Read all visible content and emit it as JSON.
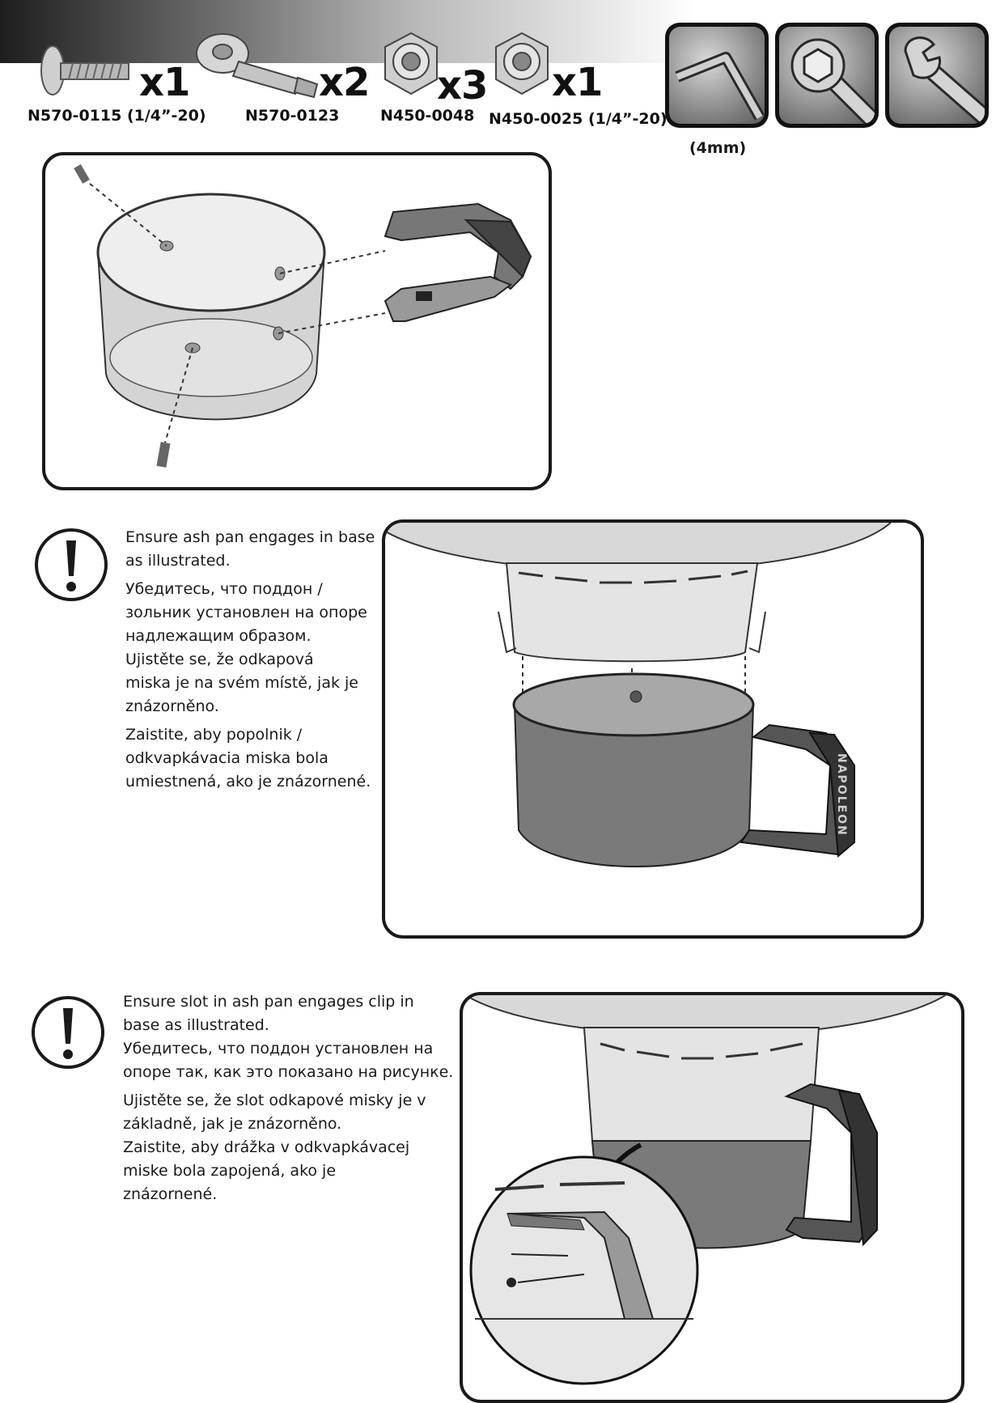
{
  "parts": [
    {
      "code": "N570-0115 (1/4”-20)",
      "qty": "x1"
    },
    {
      "code": "N570-0123",
      "qty": "x2"
    },
    {
      "code": "N450-0048",
      "qty": "x3"
    },
    {
      "code": "N450-0025 (1/4”-20)",
      "qty": "x1"
    }
  ],
  "tools": {
    "icons": [
      "hex-key-icon",
      "socket-wrench-icon",
      "open-end-wrench-icon"
    ],
    "note": "(4mm)"
  },
  "notes": [
    {
      "lines_en": [
        "Ensure ash pan engages in base",
        "as illustrated."
      ],
      "lines_ru": [
        "Убедитесь, что поддон /",
        "зольник установлен на опоре",
        "надлежащим образом."
      ],
      "lines_cs": [
        " Ujistěte se, že odkapová",
        " miska je na svém místě, jak je",
        " znázorněno."
      ],
      "lines_sk": [
        "Zaistite, aby popolnik /",
        "odkvapkávacia miska bola",
        "umiestnená, ako je znázornené."
      ]
    },
    {
      "lines_en": [
        "Ensure slot in ash pan engages clip in",
        "base as illustrated."
      ],
      "lines_ru": [
        "Убедитесь, что поддон установлен на",
        "опоре так, как это показано на рисунке."
      ],
      "lines_cs": [
        "Ujistěte se, že slot odkapové misky je v",
        "základně, jak je znázorněno."
      ],
      "lines_sk": [
        "Zaistite, aby drážka v odkvapkávacej",
        "miske bola zapojená, ako je",
        "znázornené."
      ]
    }
  ],
  "brand_mark": "NAPOLEON"
}
